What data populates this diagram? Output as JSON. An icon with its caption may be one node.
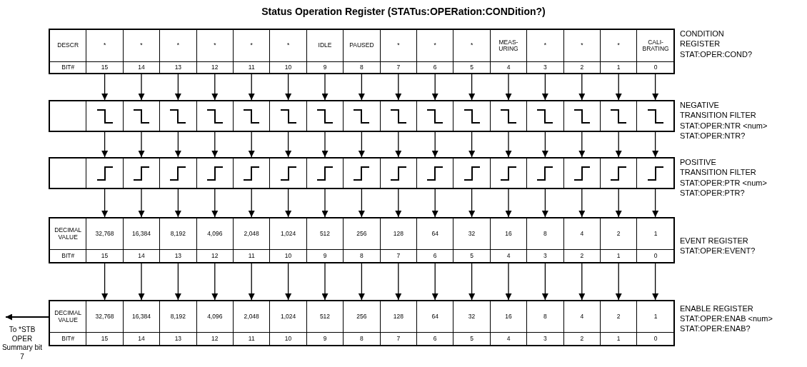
{
  "diagram": {
    "title": "Status Operation Register (STATus:OPERation:CONDition?)",
    "nodes": [
      {
        "text": [
          "DESCR",
          "*",
          "*",
          "*",
          "*",
          "*",
          "*",
          "IDLE",
          "PAUSED",
          "*",
          "*",
          "*",
          "MEAS- URING",
          "*",
          "*",
          "*",
          "CALI- BRATING",
          "BIT#",
          "15",
          "14",
          "13",
          "12",
          "11",
          "10",
          "9",
          "8",
          "7",
          "6",
          "5",
          "4",
          "3",
          "2",
          "1",
          "0"
        ],
        "beside": [
          "CONDITION REGISTER",
          "STAT:OPER:COND?"
        ]
      },
      {
        "text": [],
        "shape": "box",
        "beside": [
          "NEGATIVE TRANSITION FILTER",
          "STAT:OPER:NTR <num>",
          "STAT:OPER:NTR?"
        ]
      },
      {
        "text": [],
        "shape": "box",
        "beside": [
          "POSITIVE TRANSITION FILTER",
          "STAT:OPER:PTR <num>",
          "STAT:OPER:PTR?"
        ]
      },
      {
        "text": [
          "DECIMAL VALUE",
          "32,768",
          "16,384",
          "8,192",
          "4,096",
          "2,048",
          "1,024",
          "512",
          "256",
          "128",
          "64",
          "32",
          "16",
          "8",
          "4",
          "2",
          "1",
          "BIT#",
          "15",
          "14",
          "13",
          "12",
          "11",
          "10",
          "9",
          "8",
          "7",
          "6",
          "5",
          "4",
          "3",
          "2",
          "1",
          "0"
        ],
        "beside": [
          "EVENT REGISTER",
          "STAT:OPER:EVENT?"
        ]
      },
      {
        "text": [
          "DECIMAL VALUE",
          "32,768",
          "16,384",
          "8,192",
          "4,096",
          "2,048",
          "1,024",
          "512",
          "256",
          "128",
          "64",
          "32",
          "16",
          "8",
          "4",
          "2",
          "1",
          "BIT#",
          "15",
          "14",
          "13",
          "12",
          "11",
          "10",
          "9",
          "8",
          "7",
          "6",
          "5",
          "4",
          "3",
          "2",
          "1",
          "0"
        ],
        "beside": [
          "ENABLE REGISTER",
          "STAT:OPER:ENAB <num>",
          "STAT:OPER:ENAB?"
        ]
      },
      {
        "text": [
          "To *STB OPER Summary bit 7"
        ]
      }
    ],
    "edges": [
      {
        "from": 0,
        "to": 1,
        "arrow": "to"
      },
      {
        "from": 0,
        "to": 1,
        "arrow": "to"
      },
      {
        "from": 0,
        "to": 1,
        "arrow": "to"
      },
      {
        "from": 0,
        "to": 1,
        "arrow": "to"
      },
      {
        "from": 0,
        "to": 1,
        "arrow": "to"
      },
      {
        "from": 0,
        "to": 1,
        "arrow": "to"
      },
      {
        "from": 0,
        "to": 1,
        "arrow": "to"
      },
      {
        "from": 0,
        "to": 1,
        "arrow": "to"
      },
      {
        "from": 0,
        "to": 1,
        "arrow": "to"
      },
      {
        "from": 0,
        "to": 1,
        "arrow": "to"
      },
      {
        "from": 0,
        "to": 1,
        "arrow": "to"
      },
      {
        "from": 0,
        "to": 1,
        "arrow": "to"
      },
      {
        "from": 0,
        "to": 1,
        "arrow": "to"
      },
      {
        "from": 0,
        "to": 1,
        "arrow": "to"
      },
      {
        "from": 0,
        "to": 1,
        "arrow": "to"
      },
      {
        "from": 0,
        "to": 1,
        "arrow": "to"
      },
      {
        "from": 1,
        "to": 2,
        "arrow": "to"
      },
      {
        "from": 1,
        "to": 2,
        "arrow": "to"
      },
      {
        "from": 1,
        "to": 2,
        "arrow": "to"
      },
      {
        "from": 1,
        "to": 2,
        "arrow": "to"
      },
      {
        "from": 1,
        "to": 2,
        "arrow": "to"
      },
      {
        "from": 1,
        "to": 2,
        "arrow": "to"
      },
      {
        "from": 1,
        "to": 2,
        "arrow": "to"
      },
      {
        "from": 1,
        "to": 2,
        "arrow": "to"
      },
      {
        "from": 1,
        "to": 2,
        "arrow": "to"
      },
      {
        "from": 1,
        "to": 2,
        "arrow": "to"
      },
      {
        "from": 1,
        "to": 2,
        "arrow": "to"
      },
      {
        "from": 1,
        "to": 2,
        "arrow": "to"
      },
      {
        "from": 1,
        "to": 2,
        "arrow": "to"
      },
      {
        "from": 1,
        "to": 2,
        "arrow": "to"
      },
      {
        "from": 1,
        "to": 2,
        "arrow": "to"
      },
      {
        "from": 1,
        "to": 2,
        "arrow": "to"
      },
      {
        "from": 2,
        "to": 3,
        "arrow": "to"
      },
      {
        "from": 2,
        "to": 3,
        "arrow": "to"
      },
      {
        "from": 2,
        "to": 3,
        "arrow": "to"
      },
      {
        "from": 2,
        "to": 3,
        "arrow": "to"
      },
      {
        "from": 2,
        "to": 3,
        "arrow": "to"
      },
      {
        "from": 2,
        "to": 3,
        "arrow": "to"
      },
      {
        "from": 2,
        "to": 3,
        "arrow": "to"
      },
      {
        "from": 2,
        "to": 3,
        "arrow": "to"
      },
      {
        "from": 2,
        "to": 3,
        "arrow": "to"
      },
      {
        "from": 2,
        "to": 3,
        "arrow": "to"
      },
      {
        "from": 2,
        "to": 3,
        "arrow": "to"
      },
      {
        "from": 2,
        "to": 3,
        "arrow": "to"
      },
      {
        "from": 2,
        "to": 3,
        "arrow": "to"
      },
      {
        "from": 2,
        "to": 3,
        "arrow": "to"
      },
      {
        "from": 2,
        "to": 3,
        "arrow": "to"
      },
      {
        "from": 2,
        "to": 3,
        "arrow": "to"
      },
      {
        "from": 3,
        "to": 4,
        "arrow": "to"
      },
      {
        "from": 3,
        "to": 4,
        "arrow": "to"
      },
      {
        "from": 3,
        "to": 4,
        "arrow": "to"
      },
      {
        "from": 3,
        "to": 4,
        "arrow": "to"
      },
      {
        "from": 3,
        "to": 4,
        "arrow": "to"
      },
      {
        "from": 3,
        "to": 4,
        "arrow": "to"
      },
      {
        "from": 3,
        "to": 4,
        "arrow": "to"
      },
      {
        "from": 3,
        "to": 4,
        "arrow": "to"
      },
      {
        "from": 3,
        "to": 4,
        "arrow": "to"
      },
      {
        "from": 3,
        "to": 4,
        "arrow": "to"
      },
      {
        "from": 3,
        "to": 4,
        "arrow": "to"
      },
      {
        "from": 3,
        "to": 4,
        "arrow": "to"
      },
      {
        "from": 3,
        "to": 4,
        "arrow": "to"
      },
      {
        "from": 3,
        "to": 4,
        "arrow": "to"
      },
      {
        "from": 3,
        "to": 4,
        "arrow": "to"
      },
      {
        "from": 3,
        "to": 4,
        "arrow": "to"
      },
      {
        "from": 4,
        "to": 5,
        "arrow": "to"
      }
    ]
  }
}
